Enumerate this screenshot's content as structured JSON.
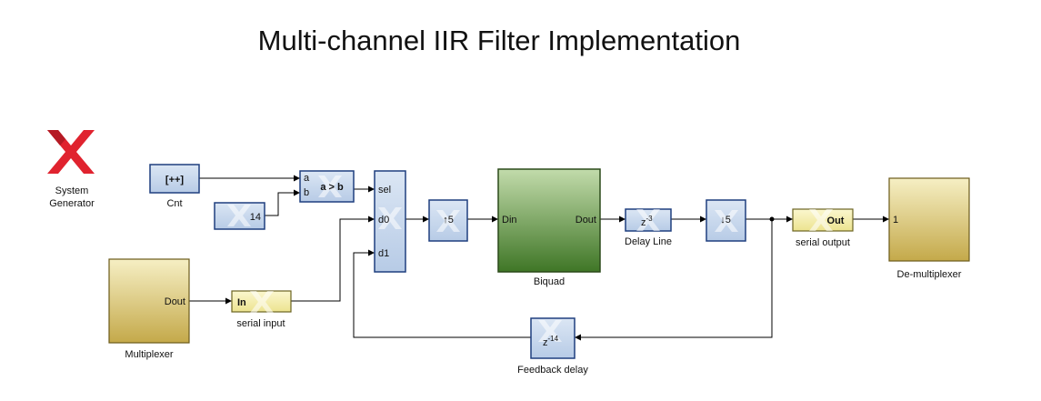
{
  "title": "Multi-channel IIR Filter Implementation",
  "logo": {
    "label_line1": "System",
    "label_line2": "Generator",
    "icon": "xilinx-logo-icon"
  },
  "blocks": {
    "cnt": {
      "symbol": "[++]",
      "label": "Cnt"
    },
    "const14": {
      "value": "14"
    },
    "relational": {
      "port_a": "a",
      "port_b": "b",
      "op": "a > b"
    },
    "mux": {
      "port_sel": "sel",
      "port_d0": "d0",
      "port_d1": "d1"
    },
    "upsample": {
      "symbol": "↑5"
    },
    "biquad": {
      "port_in": "Din",
      "port_out": "Dout",
      "label": "Biquad"
    },
    "delay_line": {
      "symbol_base": "z",
      "symbol_exp": "-3",
      "label": "Delay Line"
    },
    "downsample": {
      "symbol": "↓5"
    },
    "gateway_out": {
      "symbol": "Out",
      "label": "serial output"
    },
    "demux": {
      "port_in": "1",
      "label": "De-multiplexer"
    },
    "multiplexer": {
      "port_out": "Dout",
      "label": "Multiplexer"
    },
    "gateway_in": {
      "symbol": "In",
      "label": "serial input"
    },
    "feedback": {
      "symbol_base": "z",
      "symbol_exp": "-14",
      "label": "Feedback delay"
    }
  },
  "colors": {
    "block_blue": "#c9d9ee",
    "block_border": "#1f3f7f",
    "subsystem_yellow_top": "#f6efc4",
    "subsystem_yellow_bottom": "#c4a94a",
    "biquad_top": "#bcd6a5",
    "biquad_bottom": "#3f7626",
    "gateway_yellow": "#f5f0b2",
    "logo_red": "#e0232f"
  }
}
